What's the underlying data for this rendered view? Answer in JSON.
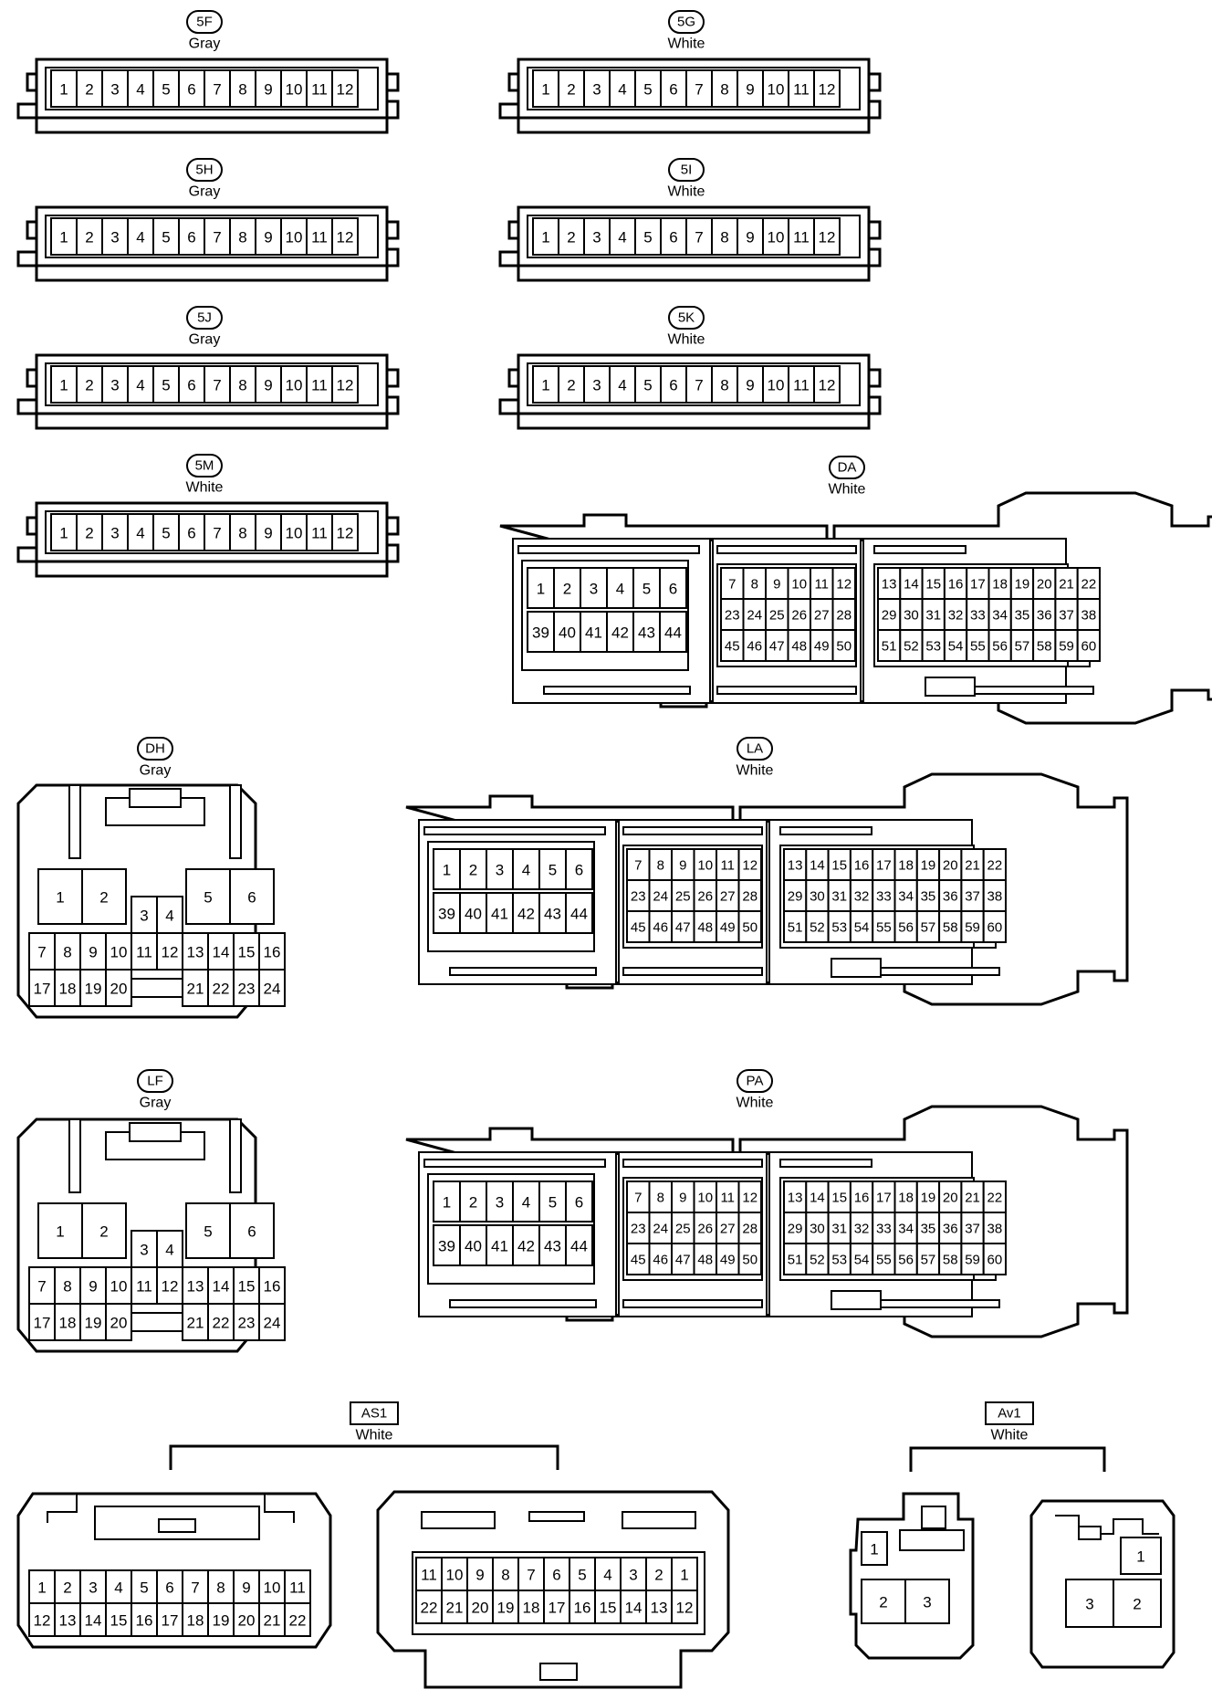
{
  "connectors": [
    {
      "id": "5F",
      "color": "Gray",
      "pins": [
        "1",
        "2",
        "3",
        "4",
        "5",
        "6",
        "7",
        "8",
        "9",
        "10",
        "11",
        "12"
      ]
    },
    {
      "id": "5G",
      "color": "White",
      "pins": [
        "1",
        "2",
        "3",
        "4",
        "5",
        "6",
        "7",
        "8",
        "9",
        "10",
        "11",
        "12"
      ]
    },
    {
      "id": "5H",
      "color": "Gray",
      "pins": [
        "1",
        "2",
        "3",
        "4",
        "5",
        "6",
        "7",
        "8",
        "9",
        "10",
        "11",
        "12"
      ]
    },
    {
      "id": "5I",
      "color": "White",
      "pins": [
        "1",
        "2",
        "3",
        "4",
        "5",
        "6",
        "7",
        "8",
        "9",
        "10",
        "11",
        "12"
      ]
    },
    {
      "id": "5J",
      "color": "Gray",
      "pins": [
        "1",
        "2",
        "3",
        "4",
        "5",
        "6",
        "7",
        "8",
        "9",
        "10",
        "11",
        "12"
      ]
    },
    {
      "id": "5K",
      "color": "White",
      "pins": [
        "1",
        "2",
        "3",
        "4",
        "5",
        "6",
        "7",
        "8",
        "9",
        "10",
        "11",
        "12"
      ]
    },
    {
      "id": "5M",
      "color": "White",
      "pins": [
        "1",
        "2",
        "3",
        "4",
        "5",
        "6",
        "7",
        "8",
        "9",
        "10",
        "11",
        "12"
      ]
    },
    {
      "id": "DA",
      "color": "White",
      "pins": [
        "1",
        "2",
        "3",
        "4",
        "5",
        "6",
        "39",
        "40",
        "41",
        "42",
        "43",
        "44",
        "7",
        "8",
        "9",
        "10",
        "11",
        "12",
        "23",
        "24",
        "25",
        "26",
        "27",
        "28",
        "45",
        "46",
        "47",
        "48",
        "49",
        "50",
        "13",
        "14",
        "15",
        "16",
        "17",
        "18",
        "19",
        "20",
        "21",
        "22",
        "29",
        "30",
        "31",
        "32",
        "33",
        "34",
        "35",
        "36",
        "37",
        "38",
        "51",
        "52",
        "53",
        "54",
        "55",
        "56",
        "57",
        "58",
        "59",
        "60"
      ]
    },
    {
      "id": "DH",
      "color": "Gray",
      "pins": [
        "1",
        "2",
        "3",
        "4",
        "5",
        "6",
        "7",
        "8",
        "9",
        "10",
        "11",
        "12",
        "13",
        "14",
        "15",
        "16",
        "17",
        "18",
        "19",
        "20",
        "21",
        "22",
        "23",
        "24"
      ]
    },
    {
      "id": "LA",
      "color": "White",
      "pins": [
        "1",
        "2",
        "3",
        "4",
        "5",
        "6",
        "39",
        "40",
        "41",
        "42",
        "43",
        "44",
        "7",
        "8",
        "9",
        "10",
        "11",
        "12",
        "23",
        "24",
        "25",
        "26",
        "27",
        "28",
        "45",
        "46",
        "47",
        "48",
        "49",
        "50",
        "13",
        "14",
        "15",
        "16",
        "17",
        "18",
        "19",
        "20",
        "21",
        "22",
        "29",
        "30",
        "31",
        "32",
        "33",
        "34",
        "35",
        "36",
        "37",
        "38",
        "51",
        "52",
        "53",
        "54",
        "55",
        "56",
        "57",
        "58",
        "59",
        "60"
      ]
    },
    {
      "id": "LF",
      "color": "Gray",
      "pins": [
        "1",
        "2",
        "3",
        "4",
        "5",
        "6",
        "7",
        "8",
        "9",
        "10",
        "11",
        "12",
        "13",
        "14",
        "15",
        "16",
        "17",
        "18",
        "19",
        "20",
        "21",
        "22",
        "23",
        "24"
      ]
    },
    {
      "id": "PA",
      "color": "White",
      "pins": [
        "1",
        "2",
        "3",
        "4",
        "5",
        "6",
        "39",
        "40",
        "41",
        "42",
        "43",
        "44",
        "7",
        "8",
        "9",
        "10",
        "11",
        "12",
        "23",
        "24",
        "25",
        "26",
        "27",
        "28",
        "45",
        "46",
        "47",
        "48",
        "49",
        "50",
        "13",
        "14",
        "15",
        "16",
        "17",
        "18",
        "19",
        "20",
        "21",
        "22",
        "29",
        "30",
        "31",
        "32",
        "33",
        "34",
        "35",
        "36",
        "37",
        "38",
        "51",
        "52",
        "53",
        "54",
        "55",
        "56",
        "57",
        "58",
        "59",
        "60"
      ]
    },
    {
      "id": "AS1",
      "color": "White",
      "pins": [
        "1",
        "2",
        "3",
        "4",
        "5",
        "6",
        "7",
        "8",
        "9",
        "10",
        "11",
        "12",
        "13",
        "14",
        "15",
        "16",
        "17",
        "18",
        "19",
        "20",
        "21",
        "22"
      ],
      "pins_female": [
        "11",
        "10",
        "9",
        "8",
        "7",
        "6",
        "5",
        "4",
        "3",
        "2",
        "1",
        "22",
        "21",
        "20",
        "19",
        "18",
        "17",
        "16",
        "15",
        "14",
        "13",
        "12"
      ]
    },
    {
      "id": "Av1",
      "color": "White",
      "pins": [
        "1",
        "2",
        "3"
      ],
      "pins_female": [
        "1",
        "3",
        "2"
      ]
    }
  ]
}
